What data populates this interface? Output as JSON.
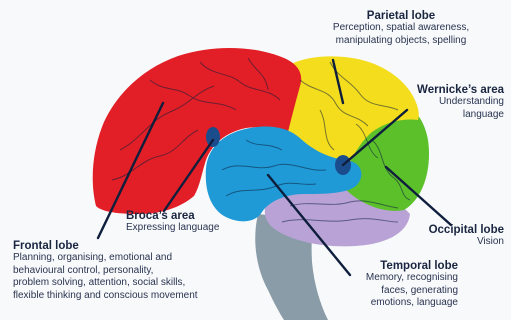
{
  "colors": {
    "frontal": "#e21f26",
    "parietal": "#f4dd1c",
    "temporal": "#1f9ad6",
    "occipital": "#5cc02b",
    "cerebellum": "#b9a3d6",
    "brainstem": "#8a9ca8",
    "areas": "#1b4d8c",
    "lines": "#0e1e3c",
    "background": "#f7f9fb"
  },
  "labels": {
    "parietal": {
      "title": "Parietal lobe",
      "description": [
        "Perception, spatial awareness,",
        "manipulating objects, spelling"
      ]
    },
    "wernicke": {
      "title": "Wernicke’s area",
      "description": [
        "Understanding",
        "language"
      ]
    },
    "broca": {
      "title": "Broca’s area",
      "description": [
        "Expressing language"
      ]
    },
    "frontal": {
      "title": "Frontal lobe",
      "description": [
        "Planning, organising, emotional and",
        "behavioural control, personality,",
        "problem solving, attention, social skills,",
        "flexible thinking and conscious movement"
      ]
    },
    "occipital": {
      "title": "Occipital lobe",
      "description": [
        "Vision"
      ]
    },
    "temporal": {
      "title": "Temporal lobe",
      "description": [
        "Memory, recognising",
        "faces, generating",
        "emotions, language"
      ]
    }
  }
}
